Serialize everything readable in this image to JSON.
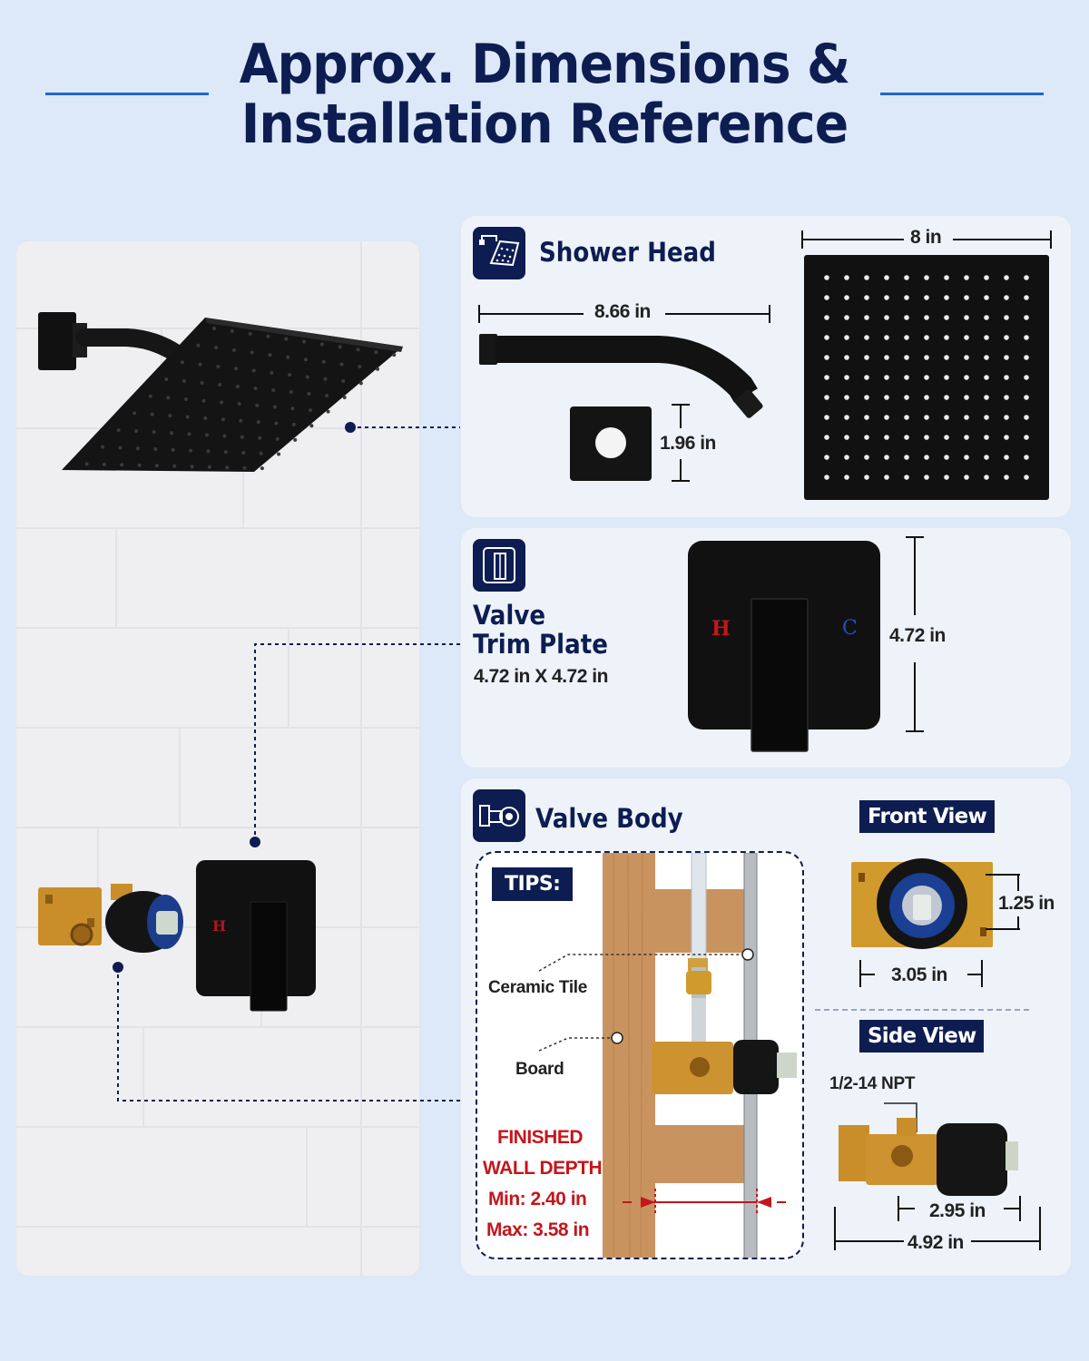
{
  "header": {
    "title_line1": "Approx. Dimensions &",
    "title_line2": "Installation Reference"
  },
  "colors": {
    "navy": "#0d1d52",
    "accent_blue": "#1e68c9",
    "tips_red": "#c4161c",
    "background": "#dde9f8"
  },
  "shower_head": {
    "icon": "shower-head-icon",
    "title": "Shower Head",
    "arm_length": "8.66 in",
    "flange_height": "1.96 in",
    "head_width": "8 in"
  },
  "valve_trim": {
    "icon": "valve-handle-icon",
    "title_line1": "Valve",
    "title_line2": "Trim Plate",
    "size": "4.72 in X 4.72 in",
    "height": "4.72 in",
    "hot_mark": "H",
    "cold_mark": "C"
  },
  "valve_body": {
    "icon": "valve-body-icon",
    "title": "Valve Body",
    "tips_badge": "TIPS:",
    "ceramic_tile": "Ceramic Tile",
    "board": "Board",
    "finished_line1": "FINISHED",
    "finished_line2": "WALL DEPTH",
    "min": "Min: 2.40 in",
    "max": "Max: 3.58 in",
    "front_view": "Front View",
    "front_height": "1.25 in",
    "front_width": "3.05 in",
    "side_view": "Side View",
    "npt": "1/2-14 NPT",
    "side_inner": "2.95 in",
    "side_total": "4.92 in"
  }
}
